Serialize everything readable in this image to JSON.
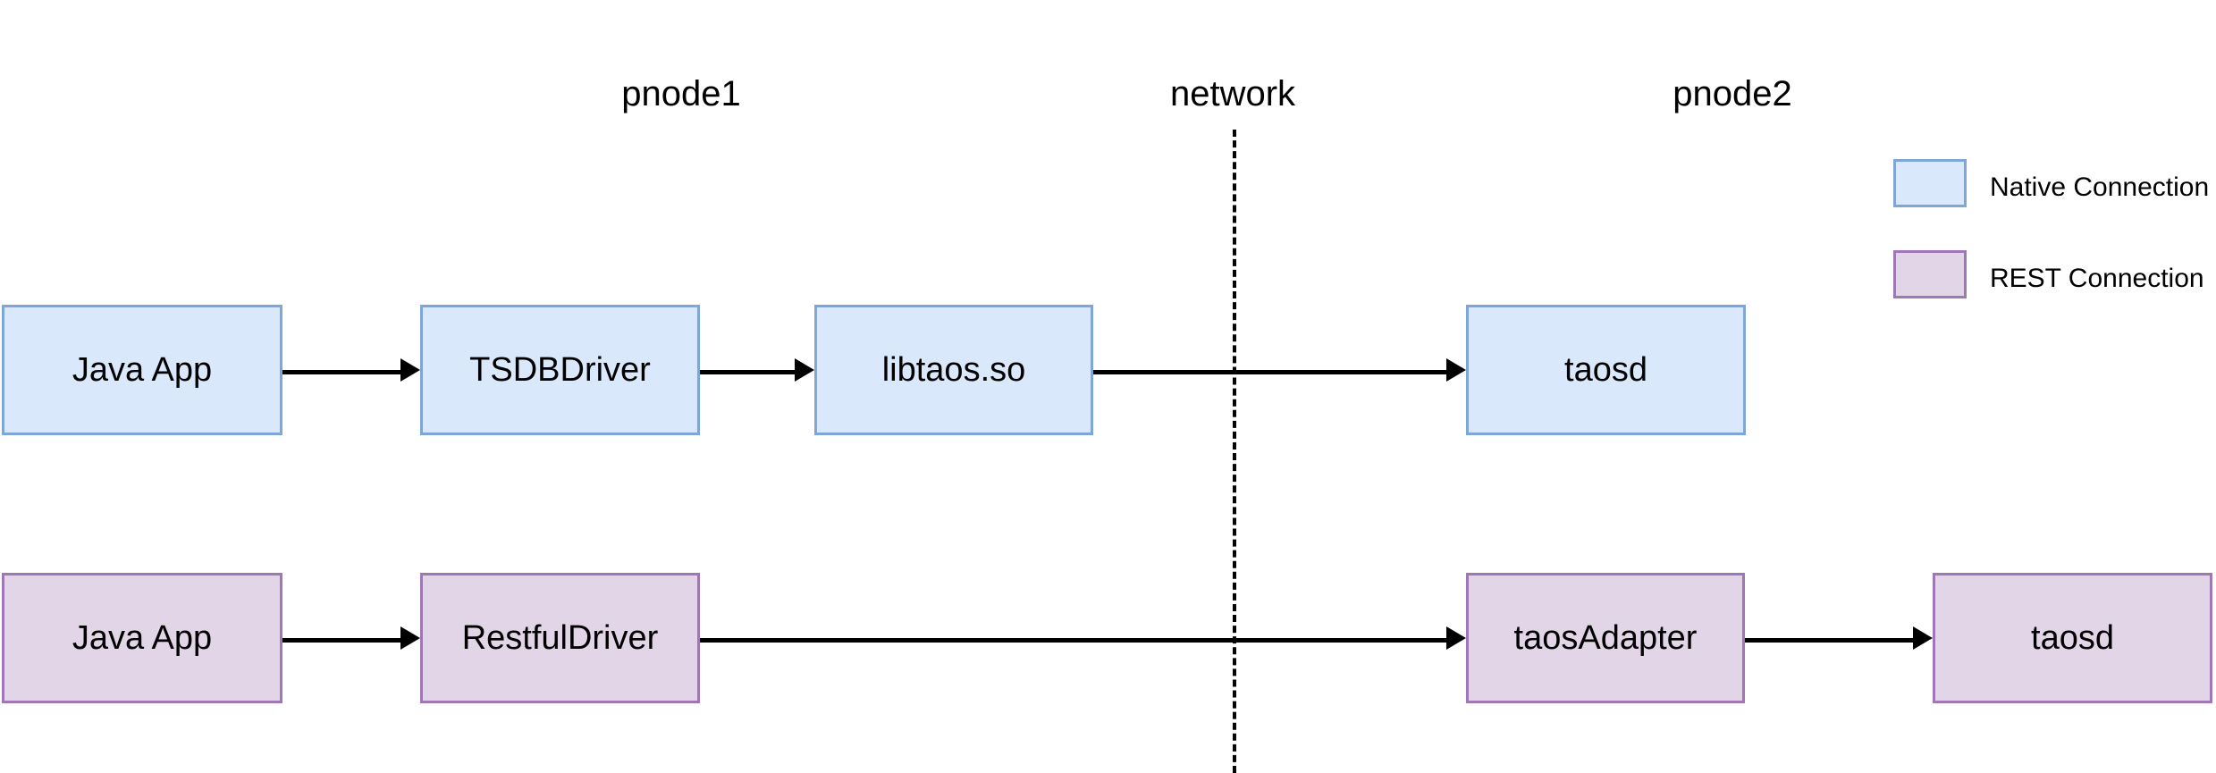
{
  "diagram": {
    "zones": [
      {
        "name": "pnode1",
        "label": "pnode1"
      },
      {
        "name": "network",
        "label": "network"
      },
      {
        "name": "pnode2",
        "label": "pnode2"
      }
    ],
    "rows": [
      {
        "name": "native-connection-row",
        "kind": "native",
        "nodes": [
          {
            "name": "java-app",
            "label": "Java App"
          },
          {
            "name": "tsdb-driver",
            "label": "TSDBDriver"
          },
          {
            "name": "libtaos-so",
            "label": "libtaos.so"
          },
          {
            "name": "taosd",
            "label": "taosd"
          }
        ]
      },
      {
        "name": "rest-connection-row",
        "kind": "rest",
        "nodes": [
          {
            "name": "java-app",
            "label": "Java App"
          },
          {
            "name": "restful-driver",
            "label": "RestfulDriver"
          },
          {
            "name": "taos-adapter",
            "label": "taosAdapter"
          },
          {
            "name": "taosd",
            "label": "taosd"
          }
        ]
      }
    ],
    "legend": [
      {
        "name": "native-connection",
        "label": "Native Connection",
        "fill": "#dae8fc",
        "border": "#7ea6d9"
      },
      {
        "name": "rest-connection",
        "label": "REST Connection",
        "fill": "#e1d5e7",
        "border": "#9f77b3"
      }
    ]
  }
}
